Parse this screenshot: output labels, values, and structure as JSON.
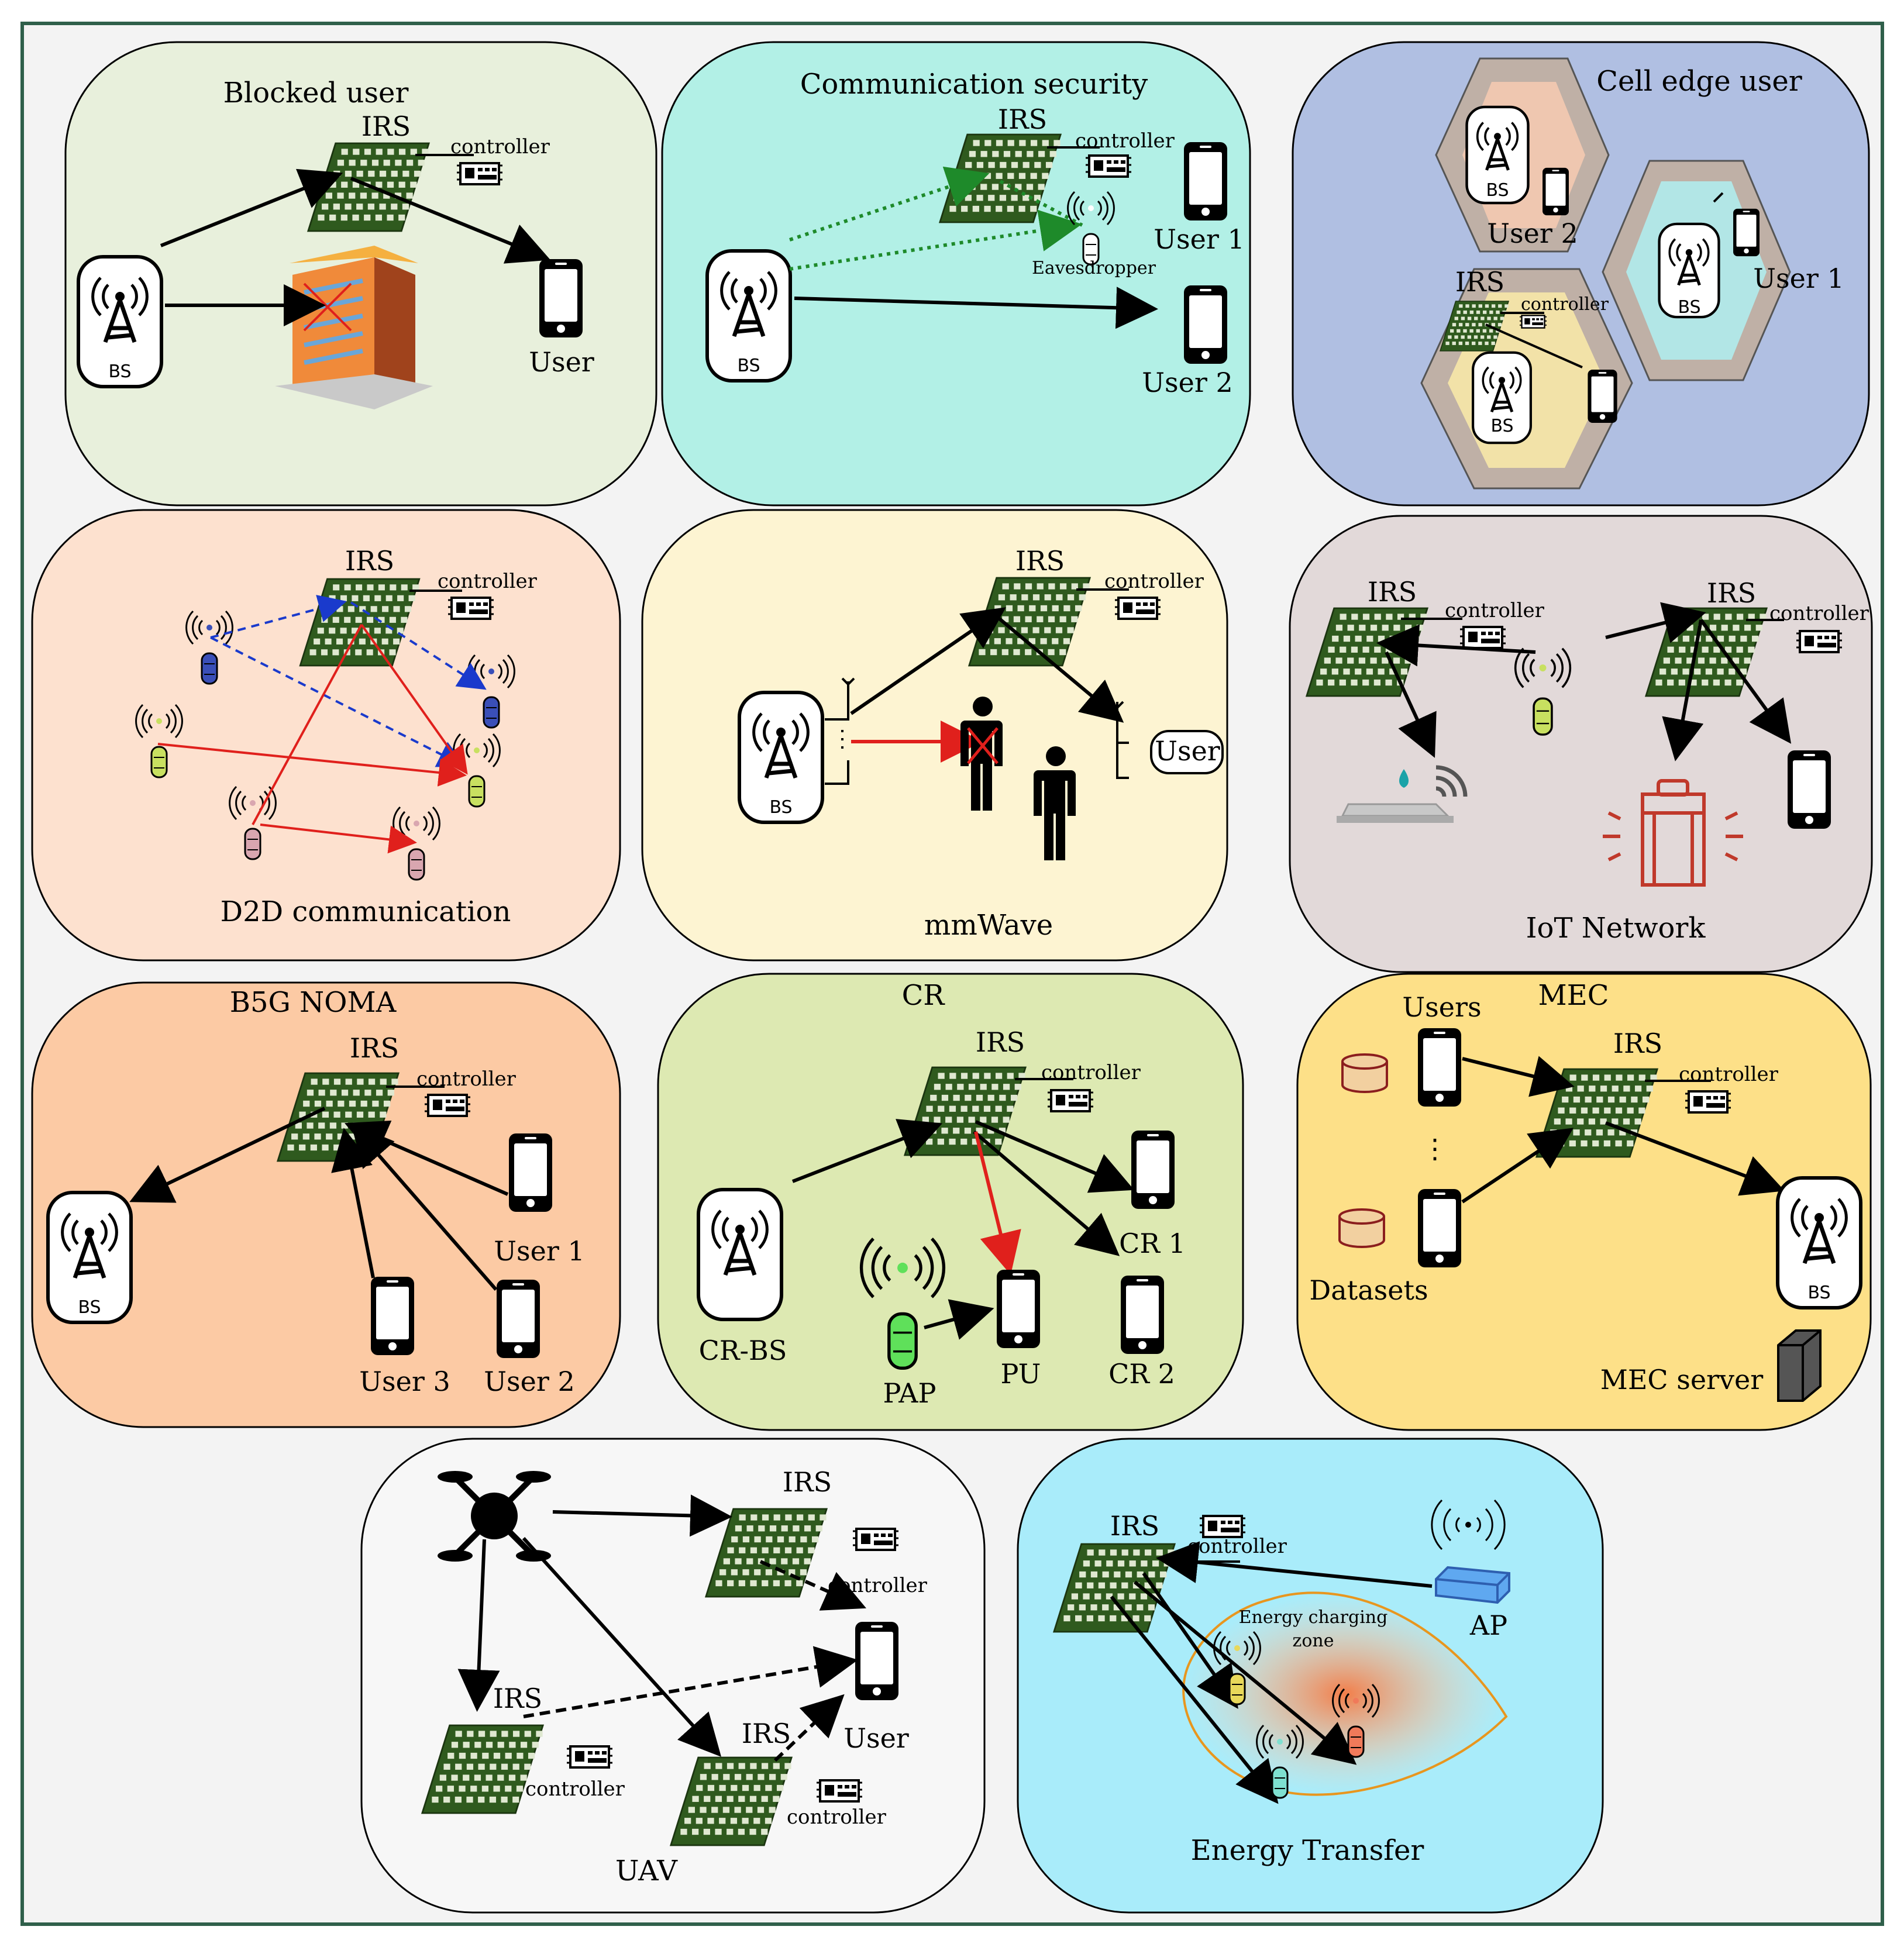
{
  "colors": {
    "frame_border": "#2f5f4a",
    "frame_bg": "#f3f3f3",
    "irs_green": "#2f5a1e",
    "arrow_black": "#000000",
    "arrow_red": "#e0201c",
    "arrow_blue": "#1a3acc",
    "arrow_green_dotted": "#1e8a2a",
    "panel_blocked": "#e8f0dc",
    "panel_security": "#b2f0e6",
    "panel_celledge": "#b0bfe2",
    "panel_d2d": "#fde1cf",
    "panel_mmwave": "#fdf4d2",
    "panel_iot": "#e2d9d9",
    "panel_noma": "#fccaa4",
    "panel_cr": "#dde9b2",
    "panel_mec": "#fde088",
    "panel_uav": "#f7f7f7",
    "panel_energy": "#a9ecfa"
  },
  "common": {
    "irs": "IRS",
    "controller": "controller",
    "bs": "BS"
  },
  "panels": {
    "blocked": {
      "title": "Blocked user",
      "user": "User"
    },
    "security": {
      "title": "Communication security",
      "eavesdropper": "Eavesdropper",
      "user1": "User 1",
      "user2": "User 2"
    },
    "celledge": {
      "title": "Cell edge user",
      "user1": "User 1",
      "user2": "User 2"
    },
    "d2d": {
      "title": "D2D communication"
    },
    "mmwave": {
      "title": "mmWave",
      "user": "User"
    },
    "iot": {
      "title": "IoT Network"
    },
    "noma": {
      "title": "B5G NOMA",
      "user1": "User 1",
      "user2": "User 2",
      "user3": "User 3"
    },
    "cr": {
      "title": "CR",
      "crbs": "CR-BS",
      "pap": "PAP",
      "pu": "PU",
      "cr1": "CR 1",
      "cr2": "CR 2"
    },
    "mec": {
      "title": "MEC",
      "users": "Users",
      "datasets": "Datasets",
      "server": "MEC server",
      "dots": "⋮"
    },
    "uav": {
      "title": "UAV",
      "user": "User"
    },
    "energy": {
      "title": "Energy Transfer",
      "ap": "AP",
      "zone_line1": "Energy charging",
      "zone_line2": "zone"
    }
  }
}
